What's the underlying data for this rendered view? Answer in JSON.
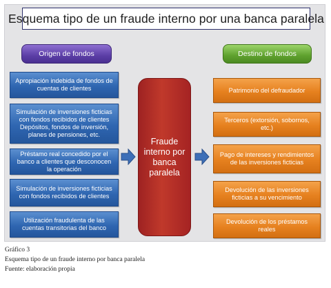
{
  "title": "Esquema tipo de un fraude interno por una banca paralela",
  "sources": {
    "header": "Origen de fondos",
    "items": [
      "Apropiación indebida de fondos de cuentas de clientes",
      "Simulación de inversiones ficticias con fondos recibidos de clientes Depósitos, fondos de inversión, planes de pensiones, etc.",
      "Préstamo real concedido por el banco a clientes que desconocen la operación",
      "Simulación de inversiones ficticias con fondos recibidos de clientes",
      "Utilización fraudulenta de las cuentas transitorias del banco"
    ]
  },
  "center": "Fraude interno por banca paralela",
  "destinations": {
    "header": "Destino de fondos",
    "items": [
      "Patrimonio del defraudador",
      "Terceros (extorsión, sobornos, etc.)",
      "Pago de intereses y rendimientos de las inversiones ficticias",
      "Devolución de las inversiones ficticias a su vencimiento",
      "Devolución de los préstamos reales"
    ]
  },
  "caption": {
    "number": "Gráfico 3",
    "text": "Esquema tipo de un fraude interno por banca paralela",
    "source": "Fuente: elaboración propia"
  },
  "colors": {
    "source_box": "#2f66b1",
    "destination_box": "#e6811f",
    "center_box": "#b22a2a",
    "source_header": "#5b3ea6",
    "destination_header": "#5fa12e",
    "arrow": "#3d6fb8"
  }
}
